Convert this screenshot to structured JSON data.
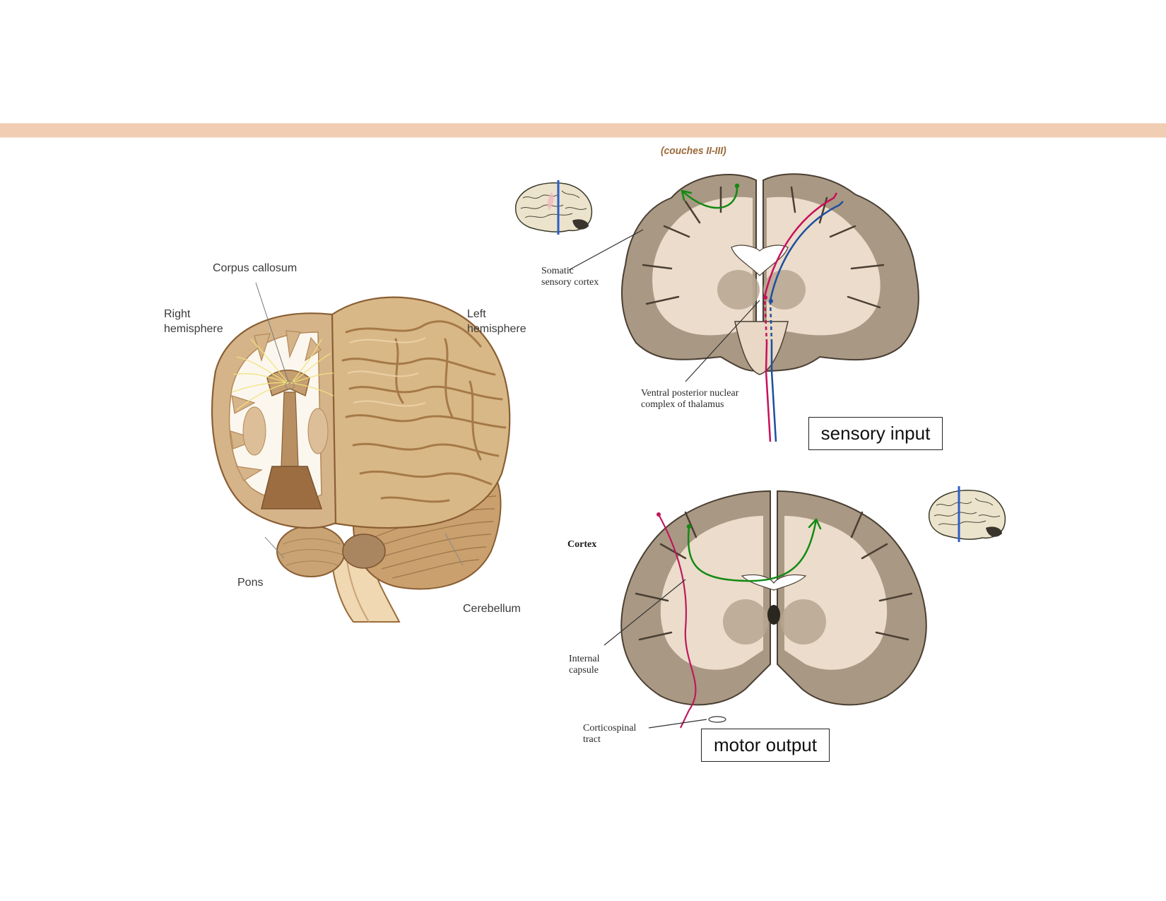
{
  "slide": {
    "header_band_color": "#f0cdb3",
    "caption_color": "#9a6a3a"
  },
  "caption": {
    "layers": "(couches II-III)"
  },
  "whole_brain": {
    "labels": {
      "corpus_callosum": "Corpus callosum",
      "right_hemisphere": "Right\nhemisphere",
      "left_hemisphere": "Left\nhemisphere",
      "pons": "Pons",
      "cerebellum": "Cerebellum"
    },
    "colors": {
      "cortex_surface": "#d9b887",
      "cortex_shade": "#b98f5c",
      "white_matter": "#fbf7ee",
      "gray_matter_cut": "#d6b48a",
      "fibers": "#f2e27a",
      "outline": "#8a5e33"
    }
  },
  "sensory_section": {
    "labels": {
      "somatic_cortex": "Somatic\nsensory cortex",
      "thalamus": "Ventral posterior nuclear\ncomplex of thalamus"
    },
    "callout": "sensory input",
    "colors": {
      "gray_matter": "#a99883",
      "white_matter": "#ebdccb",
      "outline": "#4a3f33",
      "intracortical_arrow": "#138a13",
      "pathway_red": "#c8105a",
      "pathway_blue": "#1d4fa0",
      "locator_line": "#2a5ec8"
    }
  },
  "motor_section": {
    "labels": {
      "cortex": "Cortex",
      "internal_capsule": "Internal\ncapsule",
      "corticospinal": "Corticospinal\ntract"
    },
    "callout": "motor output",
    "colors": {
      "gray_matter": "#a99883",
      "white_matter": "#ebdccb",
      "callosal_arrow": "#138a13",
      "pathway_red": "#c0185e",
      "locator_line": "#2a5ec8"
    }
  }
}
